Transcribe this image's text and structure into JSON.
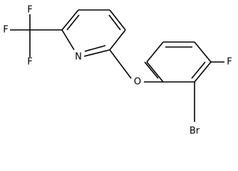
{
  "molecule": {
    "atom_labels": {
      "fluorine_1": "F",
      "fluorine_2": "F",
      "fluorine_3": "F",
      "pyridine_nitrogen": "N",
      "ether_oxygen": "O",
      "aryl_fluorine": "F",
      "bromine": "Br"
    }
  }
}
